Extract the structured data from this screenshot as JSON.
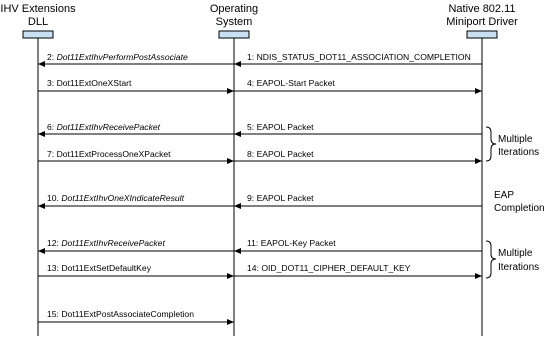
{
  "participants": [
    {
      "id": "ihv",
      "line1": "IHV Extensions",
      "line2": "DLL"
    },
    {
      "id": "os",
      "line1": "Operating",
      "line2": "System"
    },
    {
      "id": "mini",
      "line1": "Native 802.11",
      "line2": "Miniport Driver"
    }
  ],
  "messages": [
    {
      "num": "1:",
      "text": "NDIS_STATUS_DOT11_ASSOCIATION_COMPLETION",
      "from": "mini",
      "to": "os",
      "italic": false
    },
    {
      "num": "2:",
      "text": "Dot11ExtIhvPerformPostAssociate",
      "from": "os",
      "to": "ihv",
      "italic": true
    },
    {
      "num": "3:",
      "text": "Dot11ExtOneXStart",
      "from": "ihv",
      "to": "os",
      "italic": false
    },
    {
      "num": "4:",
      "text": "EAPOL-Start Packet",
      "from": "os",
      "to": "mini",
      "italic": false
    },
    {
      "num": "5:",
      "text": "EAPOL Packet",
      "from": "mini",
      "to": "os",
      "italic": false
    },
    {
      "num": "6:",
      "text": "Dot11ExtIhvReceivePacket",
      "from": "os",
      "to": "ihv",
      "italic": true
    },
    {
      "num": "7:",
      "text": "Dot11ExtProcessOneXPacket",
      "from": "ihv",
      "to": "os",
      "italic": false
    },
    {
      "num": "8:",
      "text": "EAPOL Packet",
      "from": "os",
      "to": "mini",
      "italic": false
    },
    {
      "num": "9:",
      "text": "EAPOL Packet",
      "from": "mini",
      "to": "os",
      "italic": false
    },
    {
      "num": "10.",
      "text": "Dot11ExtIhvOneXIndicateResult",
      "from": "os",
      "to": "ihv",
      "italic": true
    },
    {
      "num": "11:",
      "text": "EAPOL-Key Packet",
      "from": "mini",
      "to": "os",
      "italic": false
    },
    {
      "num": "12:",
      "text": "Dot11ExtIhvReceivePacket",
      "from": "os",
      "to": "ihv",
      "italic": true
    },
    {
      "num": "13:",
      "text": "Dot11ExtSetDefaultKey",
      "from": "ihv",
      "to": "os",
      "italic": false
    },
    {
      "num": "14:",
      "text": "OID_DOT11_CIPHER_DEFAULT_KEY",
      "from": "os",
      "to": "mini",
      "italic": false
    },
    {
      "num": "15:",
      "text": "Dot11ExtPostAssociateCompletion",
      "from": "ihv",
      "to": "os",
      "italic": false
    }
  ],
  "annotations": [
    {
      "line1": "Multiple",
      "line2": "Iterations",
      "bracket": true
    },
    {
      "line1": "EAP",
      "line2": "Completion",
      "bracket": false
    },
    {
      "line1": "Multiple",
      "line2": "Iterations",
      "bracket": true
    }
  ],
  "colors": {
    "lifeline_box": "#c8e0f4",
    "line": "#000000",
    "text": "#000000"
  }
}
